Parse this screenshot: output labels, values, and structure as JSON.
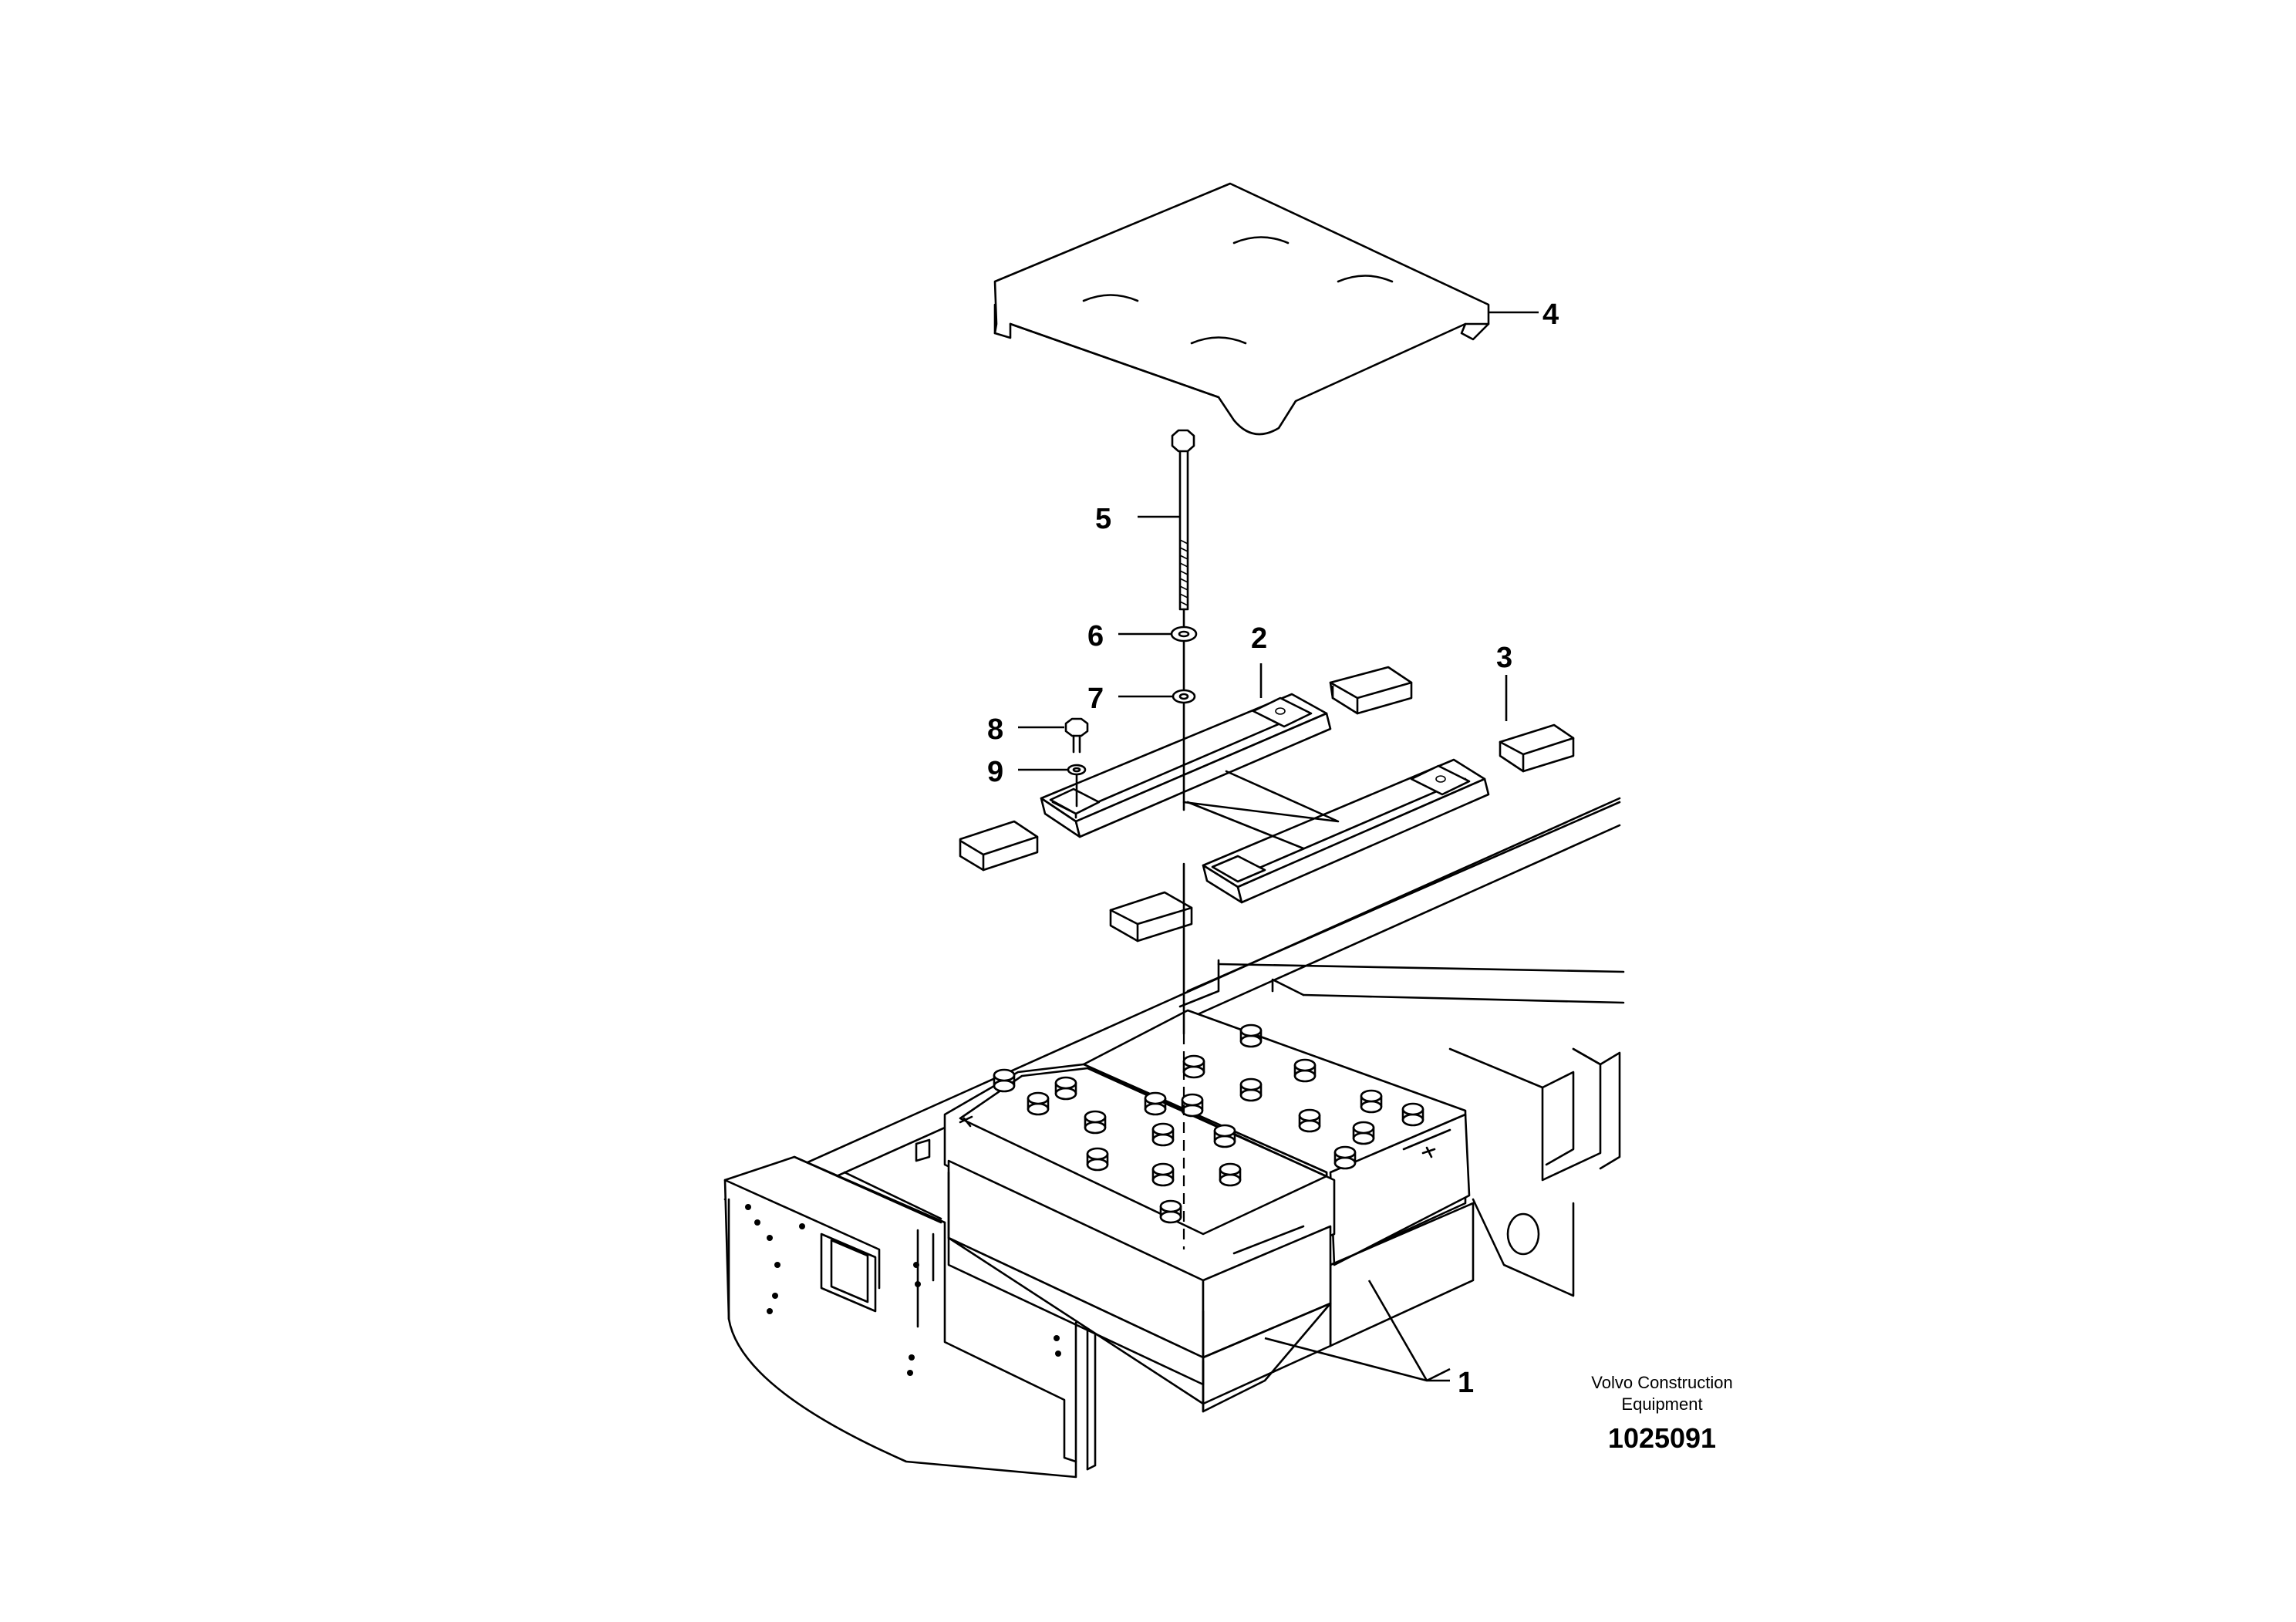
{
  "figure": {
    "callouts": [
      {
        "id": "1",
        "label": "1"
      },
      {
        "id": "2",
        "label": "2"
      },
      {
        "id": "3",
        "label": "3"
      },
      {
        "id": "4",
        "label": "4"
      },
      {
        "id": "5",
        "label": "5"
      },
      {
        "id": "6",
        "label": "6"
      },
      {
        "id": "7",
        "label": "7"
      },
      {
        "id": "8",
        "label": "8"
      },
      {
        "id": "9",
        "label": "9"
      }
    ],
    "credit_line1": "Volvo Construction",
    "credit_line2": "Equipment",
    "document_number": "1025091"
  }
}
